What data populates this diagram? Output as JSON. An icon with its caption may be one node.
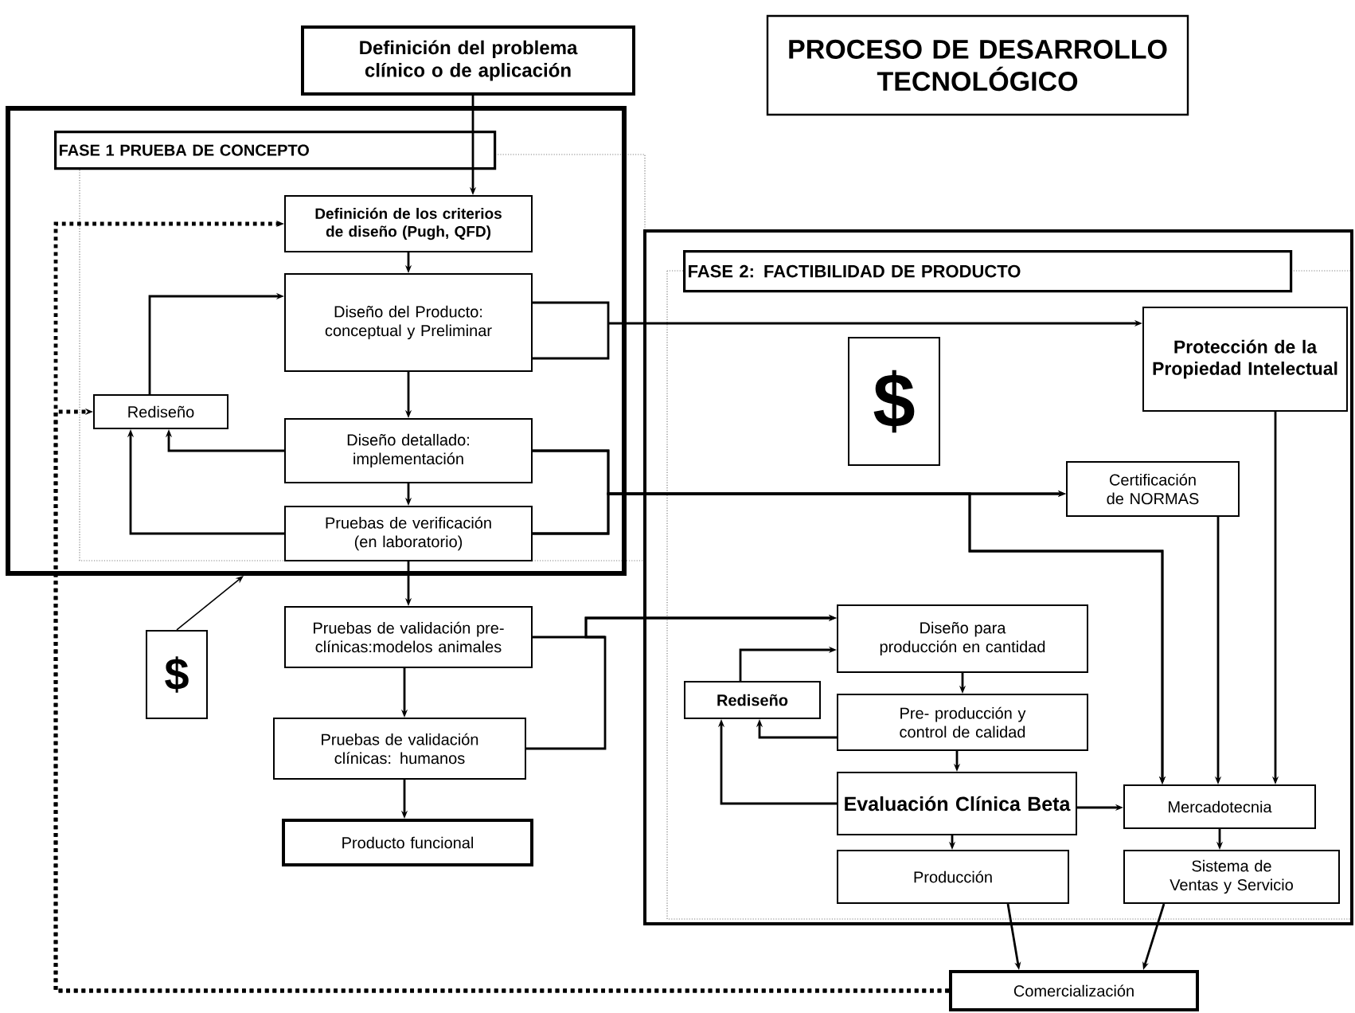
{
  "diagram": {
    "nodes": [
      {
        "text": [
          "PROCESO DE DESARROLLO TECNOLÓGICO"
        ]
      },
      {
        "text": [
          "Definición del problema clínico o de aplicación"
        ]
      },
      {
        "text": [
          "FASE 1 PRUEBA DE CONCEPTO"
        ]
      },
      {
        "text": [
          "Definición de los criterios de diseño (Pugh, QFD)"
        ],
        "in": 2
      },
      {
        "text": [
          "Diseño del Producto: conceptual y Preliminar"
        ],
        "in": 2
      },
      {
        "text": [
          "Rediseño"
        ],
        "in": 2
      },
      {
        "text": [
          "Diseño detallado: implementación"
        ],
        "in": 2
      },
      {
        "text": [
          "Pruebas de verificación (en laboratorio)"
        ],
        "in": 2
      },
      {
        "text": [
          "$"
        ]
      },
      {
        "text": [
          "Pruebas de validación pre-clínicas:modelos animales"
        ]
      },
      {
        "text": [
          "Pruebas de validación clínicas: humanos"
        ]
      },
      {
        "text": [
          "Producto funcional"
        ]
      },
      {
        "text": [
          "FASE 2: FACTIBILIDAD DE PRODUCTO"
        ]
      },
      {
        "text": [
          "$"
        ],
        "in": 12
      },
      {
        "text": [
          "Protección de la Propiedad Intelectual"
        ],
        "in": 12
      },
      {
        "text": [
          "Certificación de NORMAS"
        ],
        "in": 12
      },
      {
        "text": [
          "Diseño para producción en cantidad"
        ],
        "in": 12
      },
      {
        "text": [
          "Rediseño"
        ],
        "in": 12
      },
      {
        "text": [
          "Pre- producción y control de calidad"
        ],
        "in": 12
      },
      {
        "text": [
          "Evaluación Clínica Beta"
        ],
        "in": 12
      },
      {
        "text": [
          "Mercadotecnia"
        ],
        "in": 12
      },
      {
        "text": [
          "Producción"
        ],
        "in": 12
      },
      {
        "text": [
          "Sistema de Ventas y Servicio"
        ],
        "in": 12
      },
      {
        "text": [
          "Comercialización"
        ]
      }
    ],
    "edges": [
      {
        "from": 1,
        "to": 3,
        "arrow": "to"
      },
      {
        "from": 3,
        "to": 4,
        "arrow": "to"
      },
      {
        "from": 4,
        "to": 6,
        "arrow": "to"
      },
      {
        "from": 6,
        "to": 7,
        "arrow": "to"
      },
      {
        "from": 7,
        "to": 9,
        "arrow": "to"
      },
      {
        "from": 9,
        "to": 10,
        "arrow": "to"
      },
      {
        "from": 10,
        "to": 11,
        "arrow": "to"
      },
      {
        "from": 5,
        "to": 4,
        "arrow": "to"
      },
      {
        "from": 6,
        "to": 5,
        "arrow": "to"
      },
      {
        "from": 7,
        "to": 5,
        "arrow": "to"
      },
      {
        "from": 4,
        "to": 14,
        "arrow": "to"
      },
      {
        "from": 6,
        "to": 15,
        "arrow": "to"
      },
      {
        "from": 7,
        "to": 15,
        "arrow": "to"
      },
      {
        "from": 6,
        "to": 20,
        "arrow": "to"
      },
      {
        "from": 7,
        "to": 20,
        "arrow": "to"
      },
      {
        "from": 9,
        "to": 16,
        "arrow": "to"
      },
      {
        "from": 10,
        "to": 16,
        "arrow": "to"
      },
      {
        "from": 16,
        "to": 18,
        "arrow": "to"
      },
      {
        "from": 18,
        "to": 19,
        "arrow": "to"
      },
      {
        "from": 19,
        "to": 21,
        "arrow": "to"
      },
      {
        "from": 17,
        "to": 16,
        "arrow": "to"
      },
      {
        "from": 18,
        "to": 17,
        "arrow": "to"
      },
      {
        "from": 19,
        "to": 17,
        "arrow": "to"
      },
      {
        "from": 19,
        "to": 20,
        "arrow": "to"
      },
      {
        "from": 15,
        "to": 20,
        "arrow": "to"
      },
      {
        "from": 14,
        "to": 20,
        "arrow": "to"
      },
      {
        "from": 20,
        "to": 22,
        "arrow": "to"
      },
      {
        "from": 21,
        "to": 23,
        "arrow": "to"
      },
      {
        "from": 22,
        "to": 23,
        "arrow": "to"
      },
      {
        "from": 8,
        "to": 2,
        "arrow": "to"
      },
      {
        "from": 23,
        "to": 3,
        "arrow": "to",
        "style": "dashed"
      },
      {
        "from": 23,
        "to": 5,
        "arrow": "to",
        "style": "dashed"
      }
    ]
  }
}
